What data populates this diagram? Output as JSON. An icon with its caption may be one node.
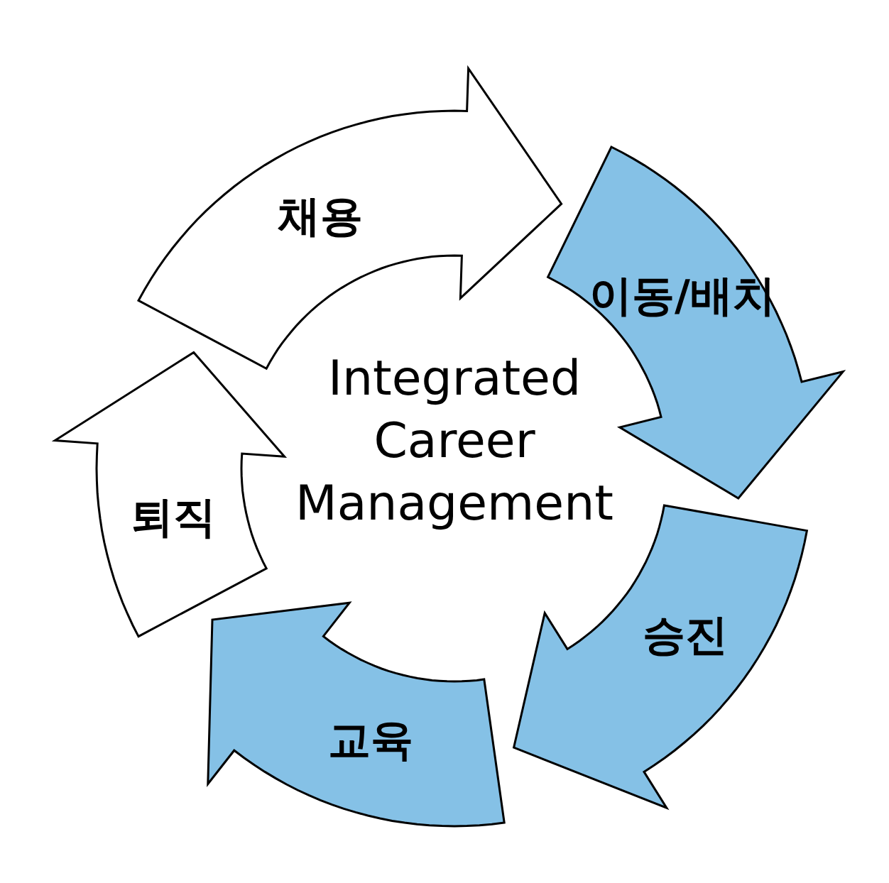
{
  "diagram": {
    "nodes": [
      {
        "text": [
          "채용"
        ]
      },
      {
        "text": [
          "이동/배치"
        ]
      },
      {
        "text": [
          "승진"
        ]
      },
      {
        "text": [
          "교육"
        ]
      },
      {
        "text": [
          "퇴직"
        ]
      }
    ],
    "labels": [
      "Integrated Career Management"
    ]
  }
}
